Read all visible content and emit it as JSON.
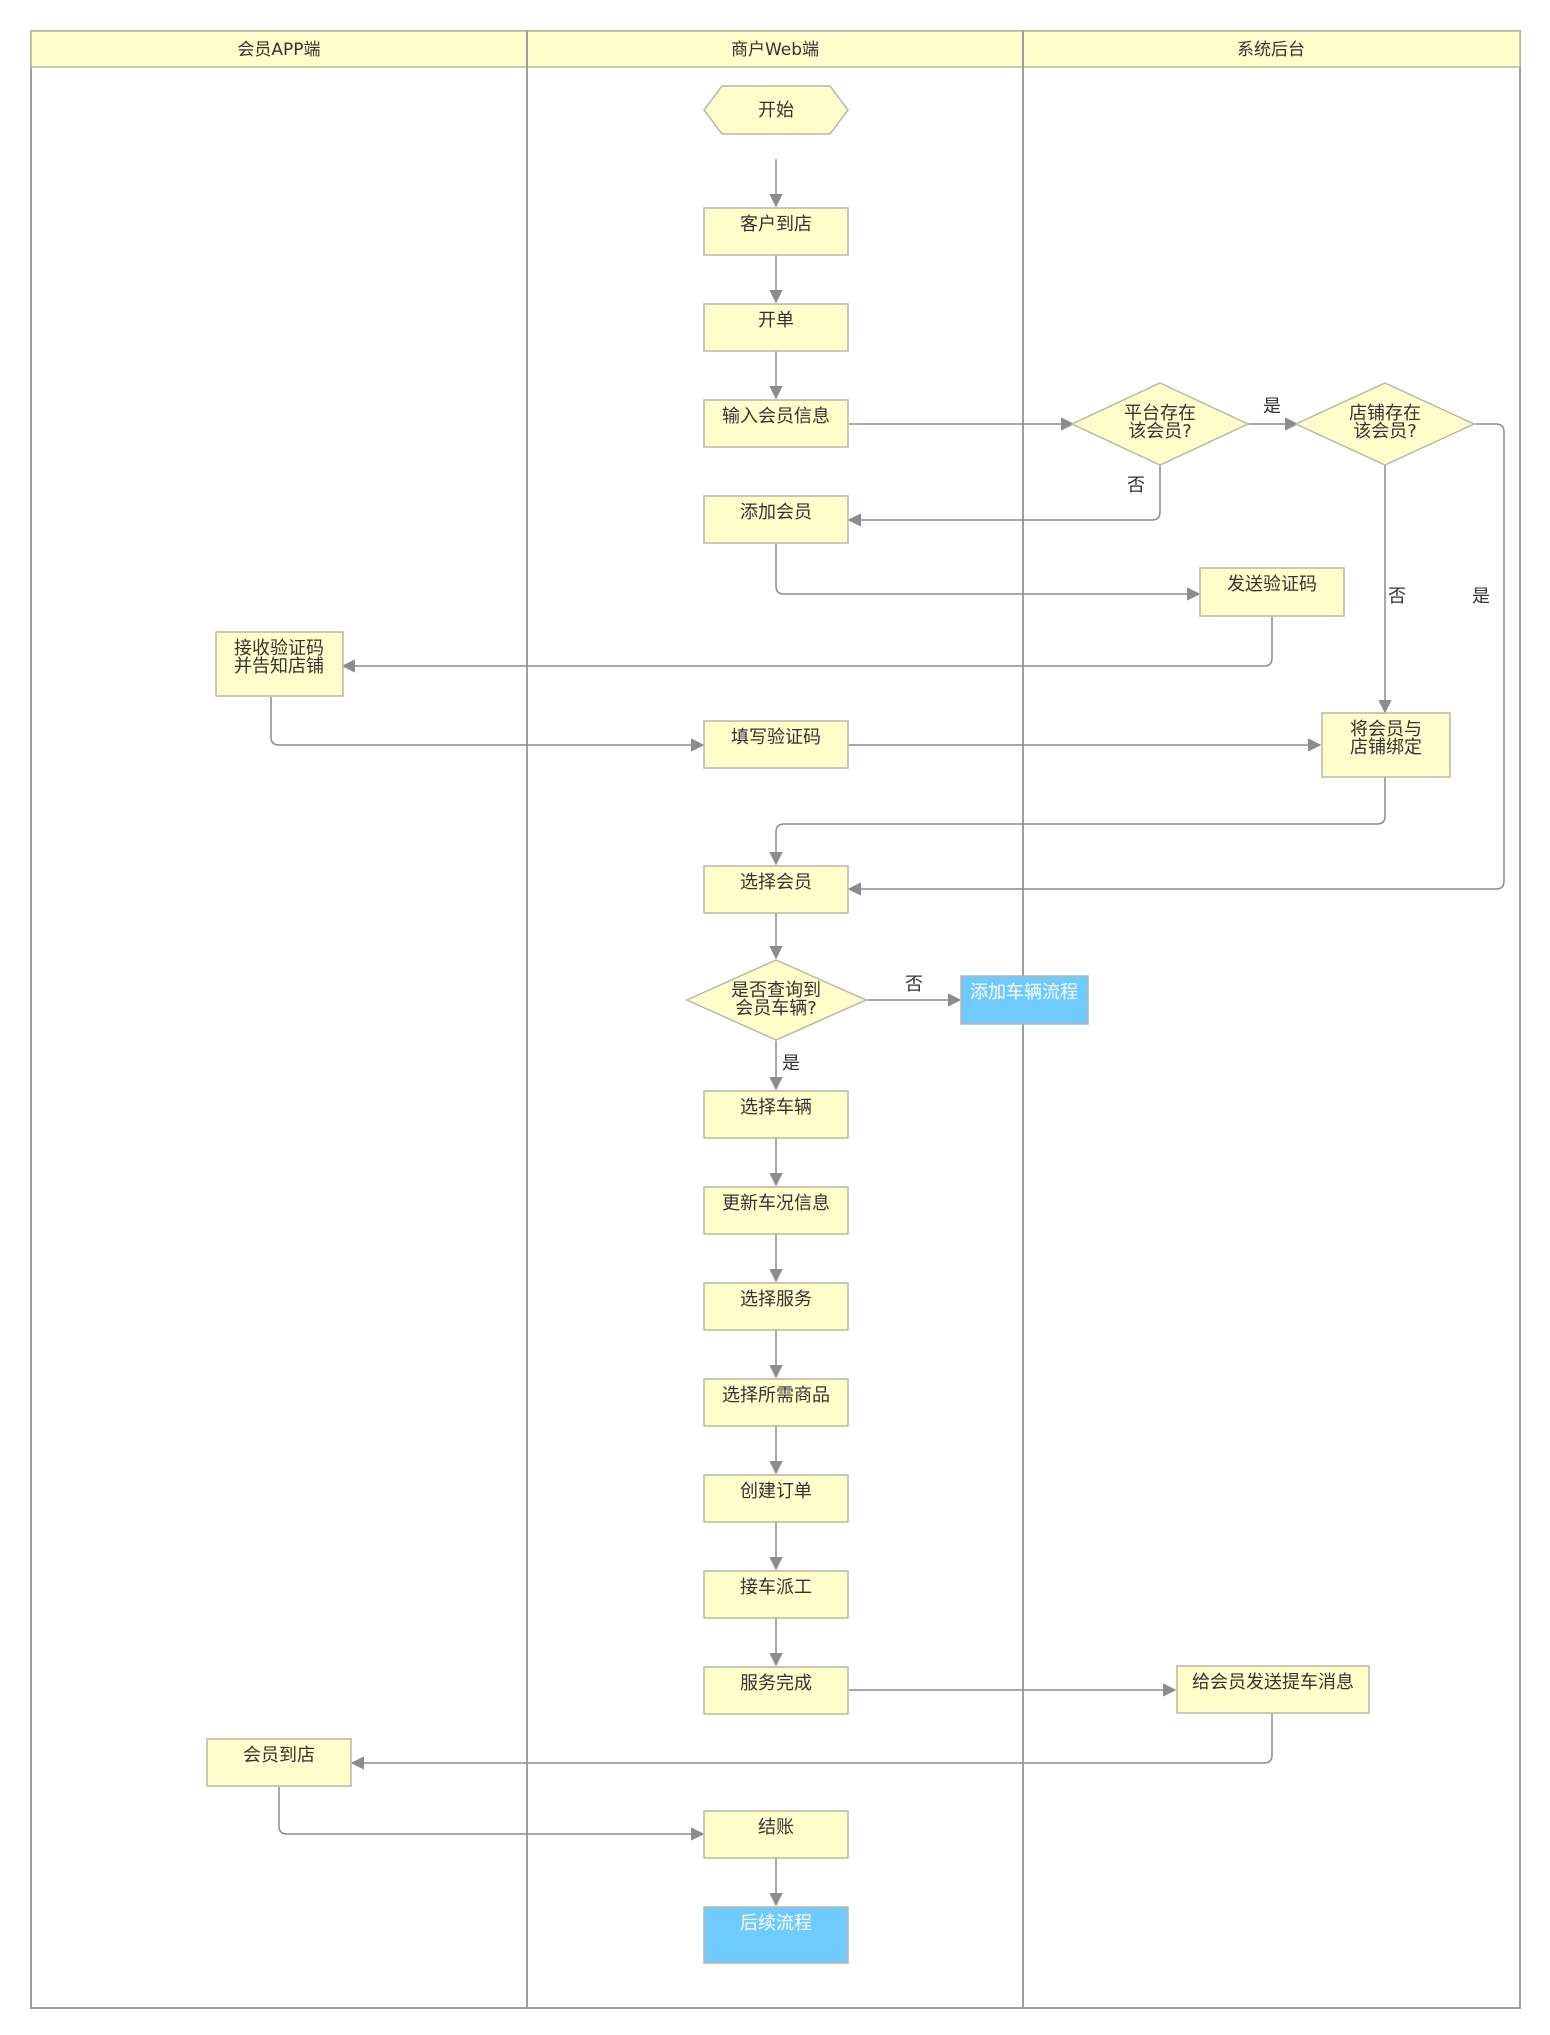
{
  "lanes": [
    {
      "id": "app",
      "title": "会员APP端"
    },
    {
      "id": "web",
      "title": "商户Web端"
    },
    {
      "id": "sys",
      "title": "系统后台"
    }
  ],
  "nodes": {
    "start": {
      "lines": [
        "开始"
      ]
    },
    "customer_arrive": {
      "lines": [
        "客户到店"
      ]
    },
    "open_order": {
      "lines": [
        "开单"
      ]
    },
    "input_member": {
      "lines": [
        "输入会员信息"
      ]
    },
    "platform_has_member": {
      "lines": [
        "平台存在",
        "该会员?"
      ]
    },
    "store_has_member": {
      "lines": [
        "店铺存在",
        "该会员?"
      ]
    },
    "add_member": {
      "lines": [
        "添加会员"
      ]
    },
    "send_code": {
      "lines": [
        "发送验证码"
      ]
    },
    "receive_code": {
      "lines": [
        "接收验证码",
        "并告知店铺"
      ]
    },
    "fill_code": {
      "lines": [
        "填写验证码"
      ]
    },
    "bind_member": {
      "lines": [
        "将会员与",
        "店铺绑定"
      ]
    },
    "select_member": {
      "lines": [
        "选择会员"
      ]
    },
    "vehicle_found": {
      "lines": [
        "是否查询到",
        "会员车辆?"
      ]
    },
    "add_vehicle_flow": {
      "lines": [
        "添加车辆流程"
      ]
    },
    "select_vehicle": {
      "lines": [
        "选择车辆"
      ]
    },
    "update_condition": {
      "lines": [
        "更新车况信息"
      ]
    },
    "select_service": {
      "lines": [
        "选择服务"
      ]
    },
    "select_goods": {
      "lines": [
        "选择所需商品"
      ]
    },
    "create_order": {
      "lines": [
        "创建订单"
      ]
    },
    "dispatch": {
      "lines": [
        "接车派工"
      ]
    },
    "service_done": {
      "lines": [
        "服务完成"
      ]
    },
    "pickup_msg": {
      "lines": [
        "给会员发送提车消息"
      ]
    },
    "member_arrive": {
      "lines": [
        "会员到店"
      ]
    },
    "checkout": {
      "lines": [
        "结账"
      ]
    },
    "followup": {
      "lines": [
        "后续流程"
      ]
    }
  },
  "edge_labels": {
    "yes_platform": "是",
    "no_platform": "否",
    "no_store": "否",
    "yes_store": "是",
    "no_vehicle": "否",
    "yes_vehicle": "是"
  },
  "colors": {
    "node_fill": "#ffffcc",
    "highlight_fill": "#6fcbff",
    "lane_header_fill": "#ffffcc",
    "border": "#b8b8a0",
    "connector": "#8c8c8c"
  }
}
